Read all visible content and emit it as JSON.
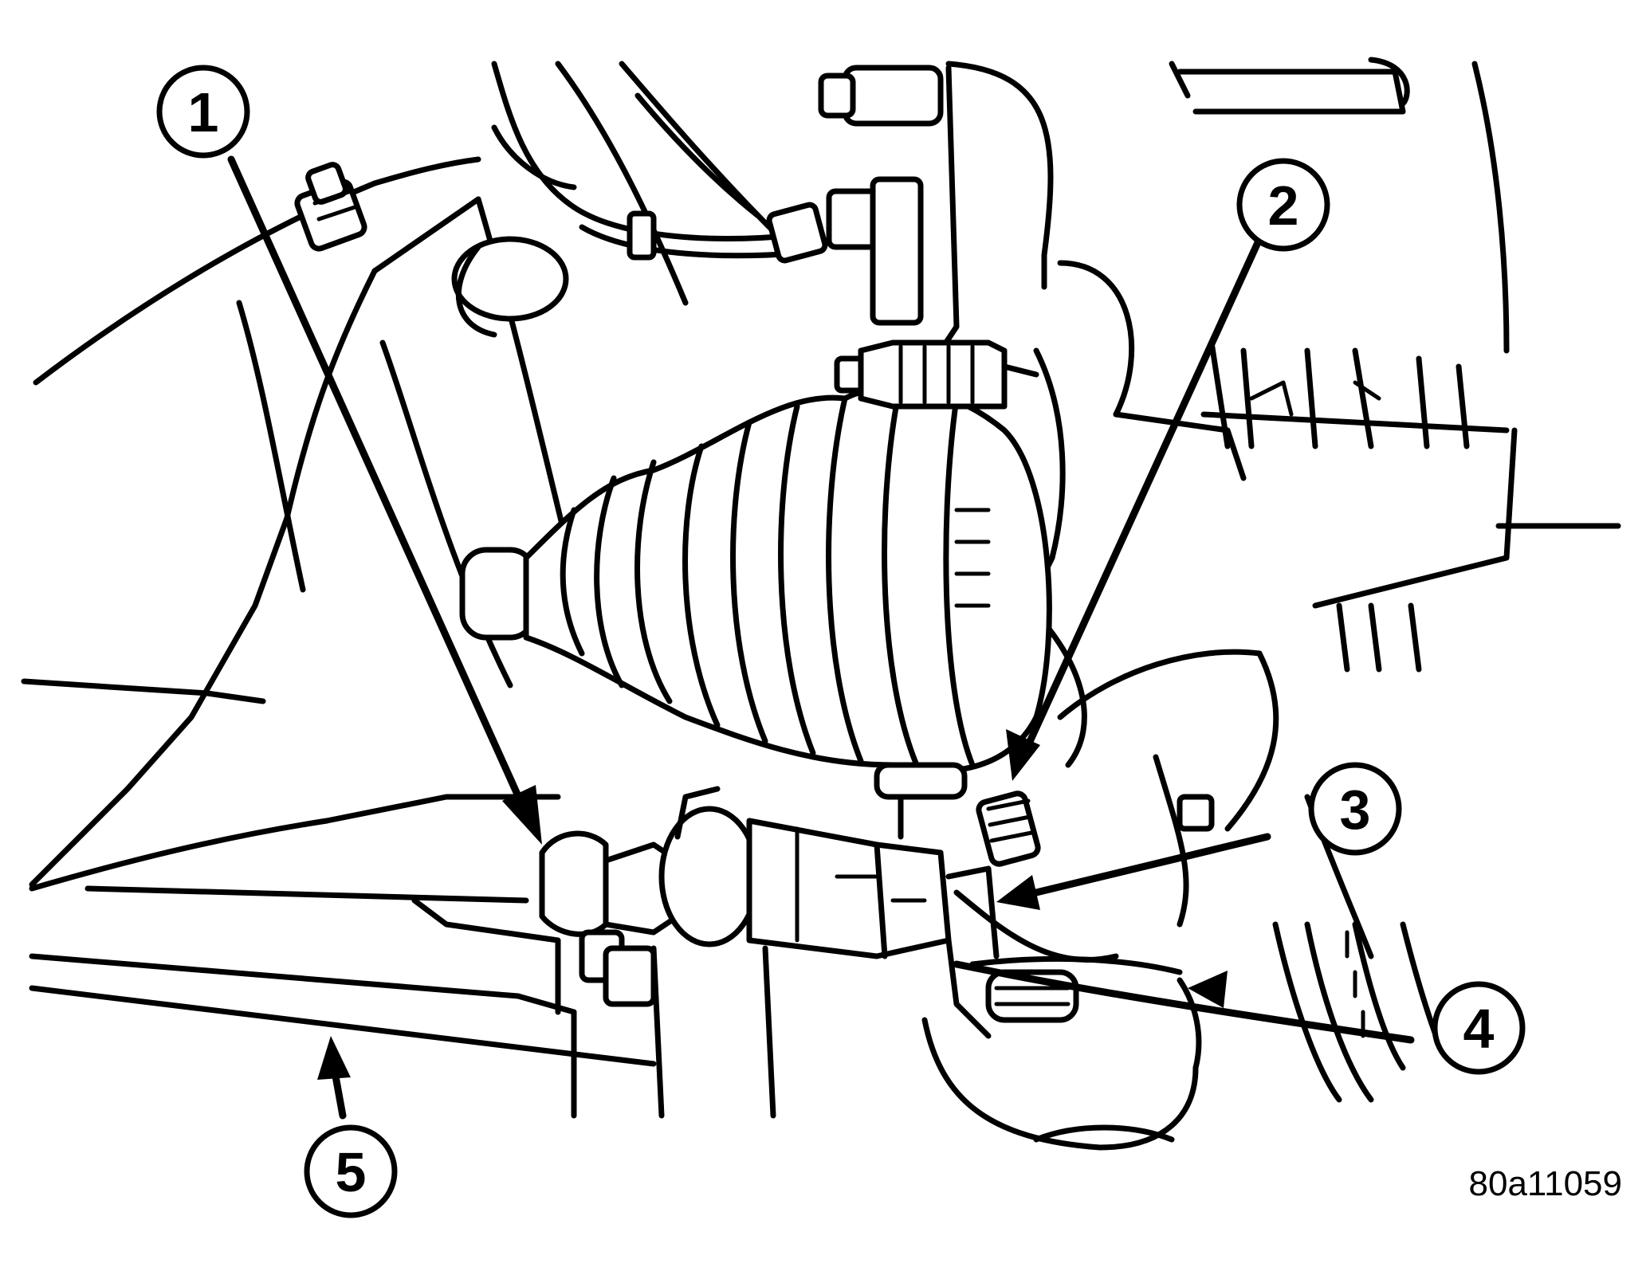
{
  "figure_id": "80a11059",
  "callouts": [
    {
      "number": "1"
    },
    {
      "number": "2"
    },
    {
      "number": "3"
    },
    {
      "number": "4"
    },
    {
      "number": "5"
    }
  ]
}
